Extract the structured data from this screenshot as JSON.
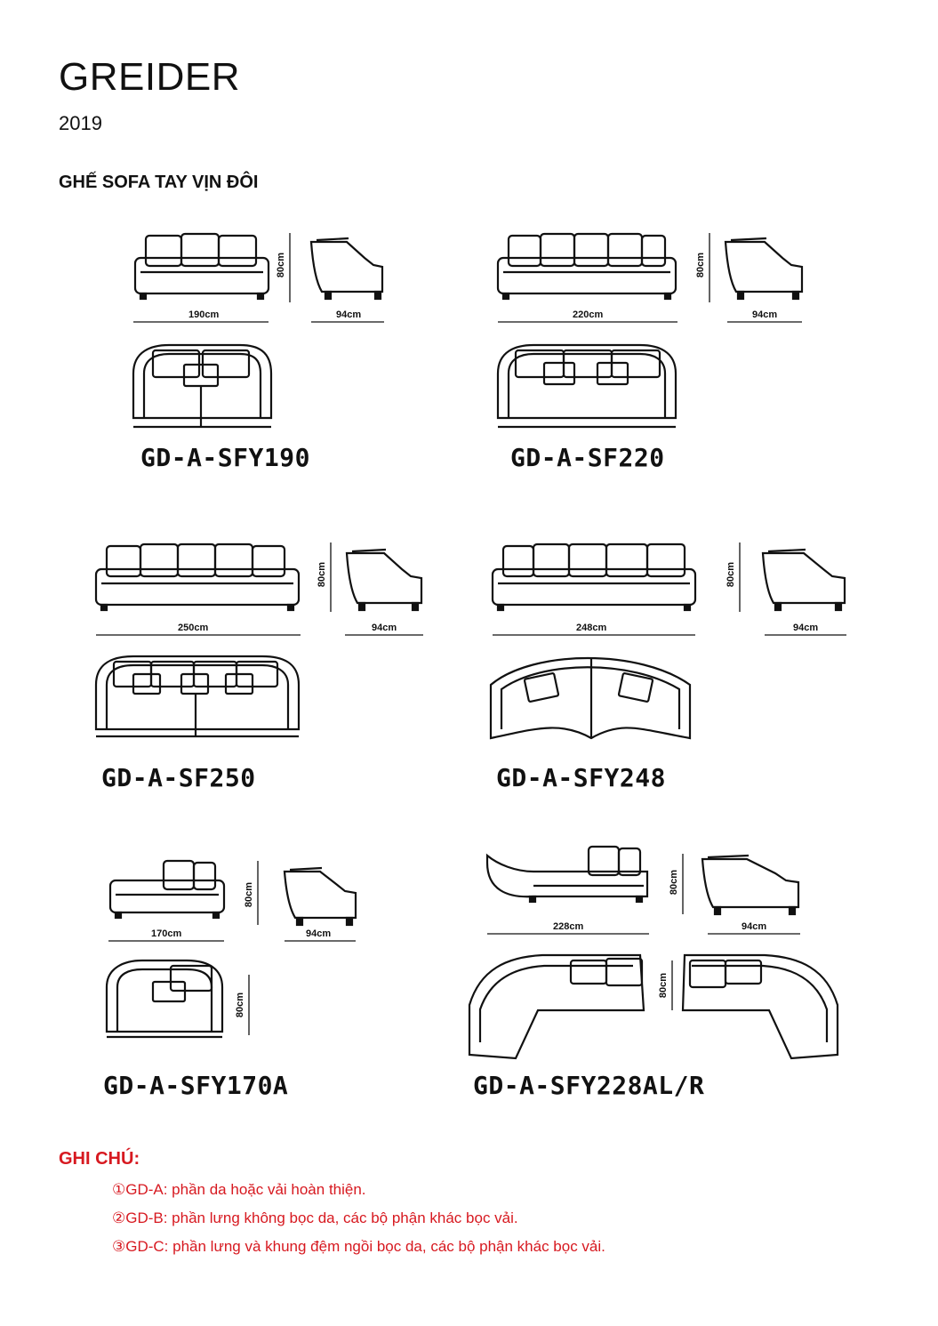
{
  "header": {
    "brand": "GREIDER",
    "year": "2019",
    "section_title": "GHẾ SOFA TAY VỊN ĐÔI"
  },
  "products": [
    {
      "code": "GD-A-SFY190",
      "width": "190cm",
      "depth": "94cm",
      "height": "80cm"
    },
    {
      "code": "GD-A-SF220",
      "width": "220cm",
      "depth": "94cm",
      "height": "80cm"
    },
    {
      "code": "GD-A-SF250",
      "width": "250cm",
      "depth": "94cm",
      "height": "80cm"
    },
    {
      "code": "GD-A-SFY248",
      "width": "248cm",
      "depth": "94cm",
      "height": "80cm"
    },
    {
      "code": "GD-A-SFY170A",
      "width": "170cm",
      "depth": "94cm",
      "height": "80cm",
      "top_height": "80cm"
    },
    {
      "code": "GD-A-SFY228AL/R",
      "width": "228cm",
      "depth": "94cm",
      "height": "80cm",
      "top_height": "80cm"
    }
  ],
  "notes": {
    "title": "GHI CHÚ:",
    "items": [
      "①GD-A: phần da hoặc vải hoàn thiện.",
      "②GD-B: phần lưng không bọc da, các bộ phận khác bọc vải.",
      "③GD-C: phần lưng và khung đệm ngồi bọc da, các bộ phận khác bọc vải."
    ]
  },
  "colors": {
    "text": "#111111",
    "accent": "#d71920"
  }
}
